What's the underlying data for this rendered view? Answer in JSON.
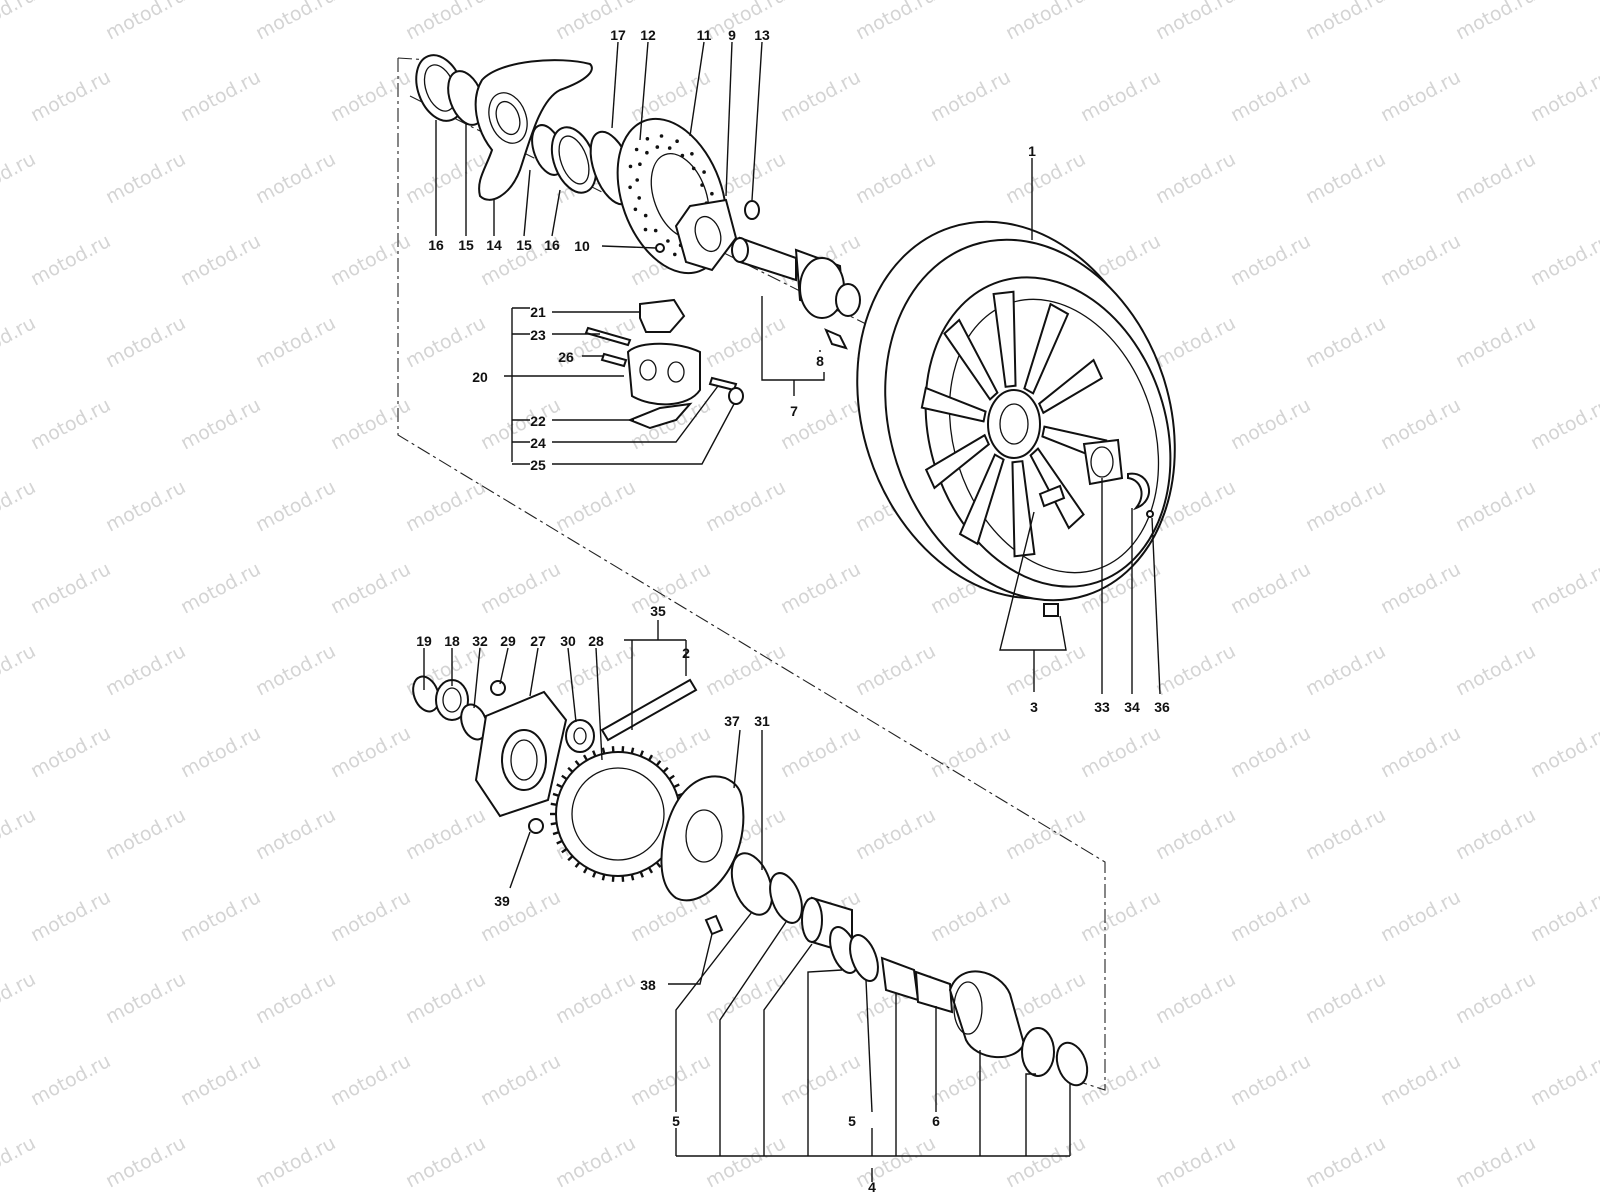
{
  "watermark": "motod.ru",
  "labels": {
    "p1": "1",
    "p2": "2",
    "p3": "3",
    "p4": "4",
    "p5a": "5",
    "p5b": "5",
    "p6": "6",
    "p7": "7",
    "p8": "8",
    "p9": "9",
    "p10": "10",
    "p11": "11",
    "p12": "12",
    "p13": "13",
    "p14": "14",
    "p15a": "15",
    "p15b": "15",
    "p16a": "16",
    "p16b": "16",
    "p17": "17",
    "p18": "18",
    "p19": "19",
    "p20": "20",
    "p21": "21",
    "p22": "22",
    "p23": "23",
    "p24": "24",
    "p25": "25",
    "p26": "26",
    "p27": "27",
    "p28": "28",
    "p29": "29",
    "p30": "30",
    "p31": "31",
    "p32": "32",
    "p33": "33",
    "p34": "34",
    "p35": "35",
    "p36": "36",
    "p37": "37",
    "p38": "38",
    "p39": "39"
  }
}
